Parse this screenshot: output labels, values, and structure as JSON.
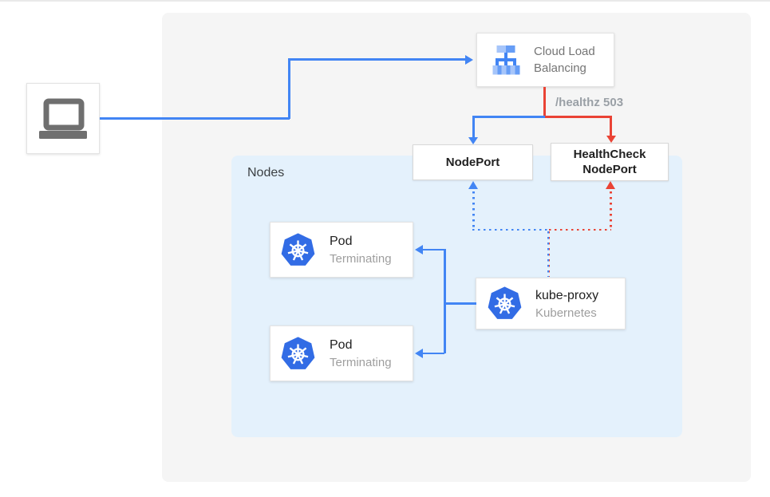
{
  "colors": {
    "blue": "#4285F4",
    "red": "#EA4335",
    "panel-gray": "#F5F5F5",
    "panel-blue": "#E4F1FC",
    "title": "#212121",
    "subtitle": "#9E9E9E",
    "gray-text": "#757575",
    "muted": "#9AA0A6",
    "nodes-text": "#3C4043",
    "k8s-blue": "#326CE5",
    "icon-gray": "#6F6F6F",
    "clb-light": "#A6C5FA",
    "clb-mid": "#669DF6",
    "clb-strong": "#4285F4",
    "box-border": "#E3E3E3",
    "port-border": "#D8D8D8",
    "topline": "#E9E9E9"
  },
  "icons": {
    "client": "laptop-icon",
    "load_balancer": "cloud-load-balancing-icon",
    "kubernetes": "kubernetes-icon"
  },
  "load_balancer": {
    "label": "Cloud Load Balancing"
  },
  "healthz": {
    "label": "/healthz 503"
  },
  "nodes_group": {
    "label": "Nodes"
  },
  "nodeport": {
    "label": "NodePort"
  },
  "healthcheck_nodeport": {
    "label": "HealthCheck\nNodePort"
  },
  "pods": [
    {
      "title": "Pod",
      "subtitle": "Terminating"
    },
    {
      "title": "Pod",
      "subtitle": "Terminating"
    }
  ],
  "kube_proxy": {
    "title": "kube-proxy",
    "subtitle": "Kubernetes"
  }
}
